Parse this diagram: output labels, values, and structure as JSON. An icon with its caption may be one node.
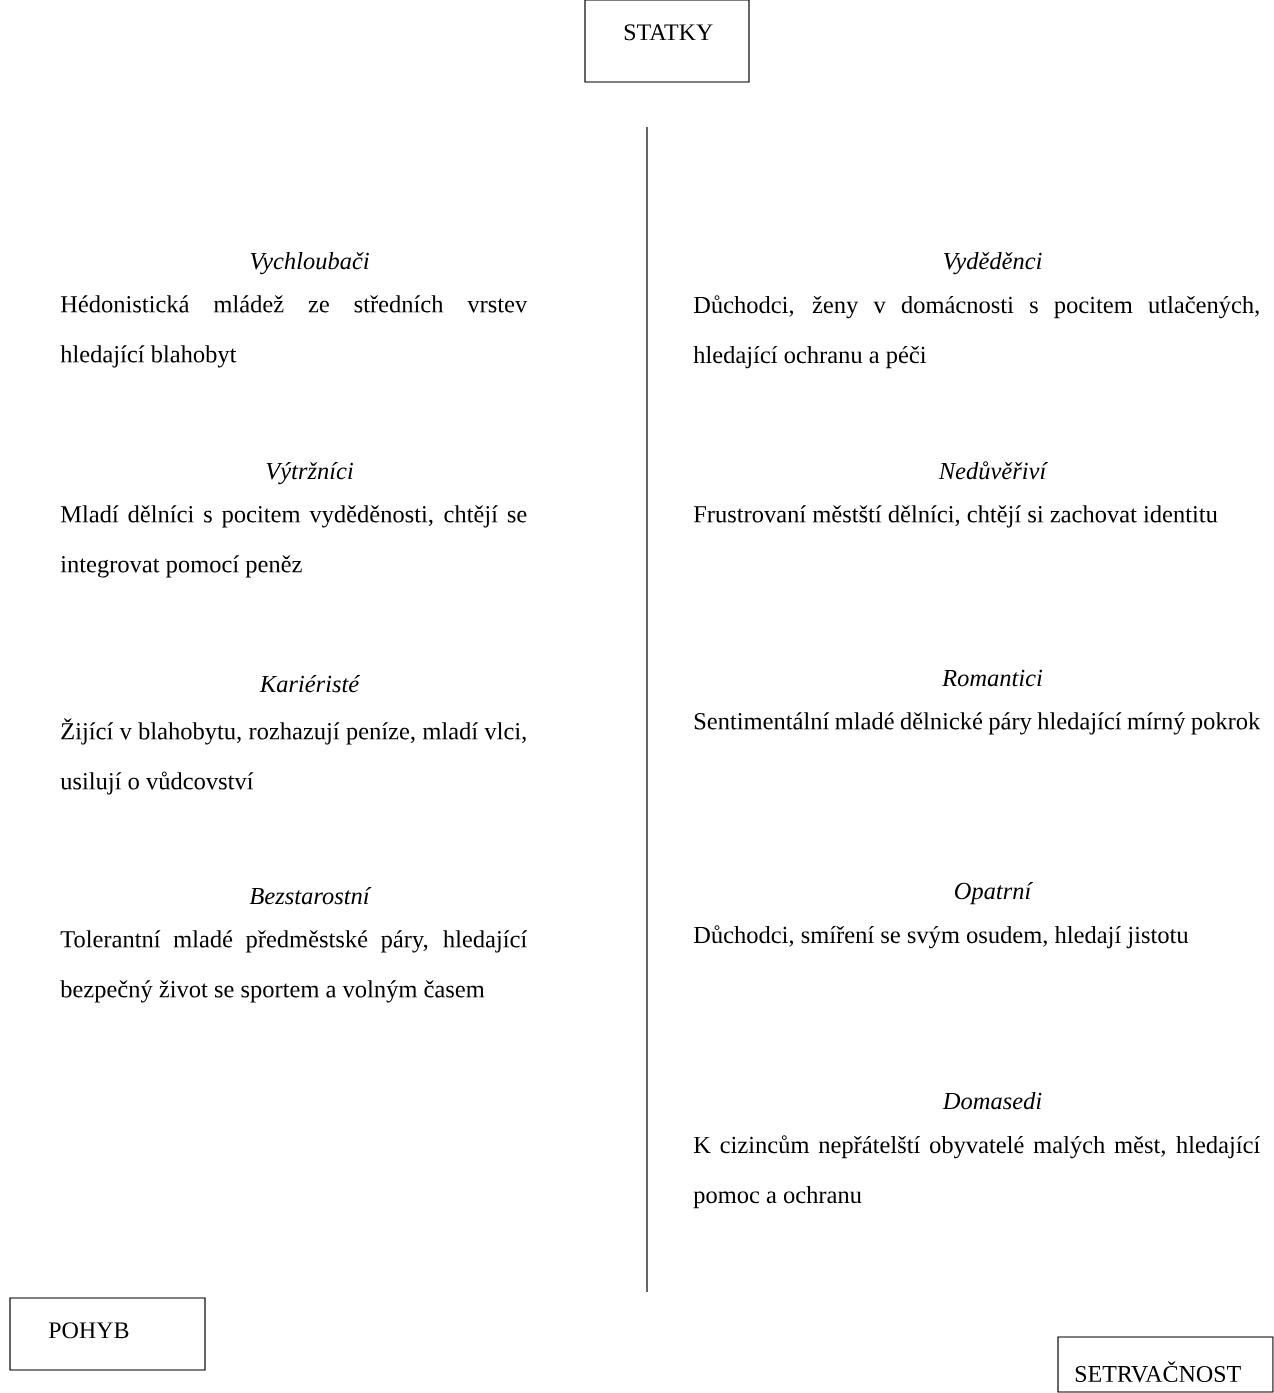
{
  "diagram": {
    "nodes": [
      {
        "text": [
          "STATKY"
        ]
      },
      {
        "text": [
          "POHYB"
        ]
      },
      {
        "text": [
          "SETRVAČNOST"
        ]
      }
    ],
    "edges": [],
    "labels": [
      "Vychloubači",
      "Hédonistická mládež ze středních vrstev hledající blahobyt",
      "Výtržníci",
      "Mladí dělníci s pocitem vyděděnosti, chtějí se integrovat pomocí peněz",
      "Kariéristé",
      "Žijící v blahobytu, rozhazují peníze, mladí vlci, usilují o vůdcovství",
      "Bezstarostní",
      "Tolerantní mladé předměstské páry, hledající bezpečný život se sportem a volným časem",
      "Vyděděnci",
      "Důchodci, ženy v domácnosti s pocitem utlačených, hledající ochranu a péči",
      "Nedůvěřiví",
      "Frustrovaní městští dělníci, chtějí si zachovat identitu",
      "Romantici",
      "Sentimentální mladé dělnické páry hledající mírný pokrok",
      "Opatrní",
      "Důchodci, smíření se svým osudem, hledají jistotu",
      "Domasedi",
      "K cizincům nepřátelští obyvatelé malých měst, hledající pomoc a ochranu"
    ]
  }
}
